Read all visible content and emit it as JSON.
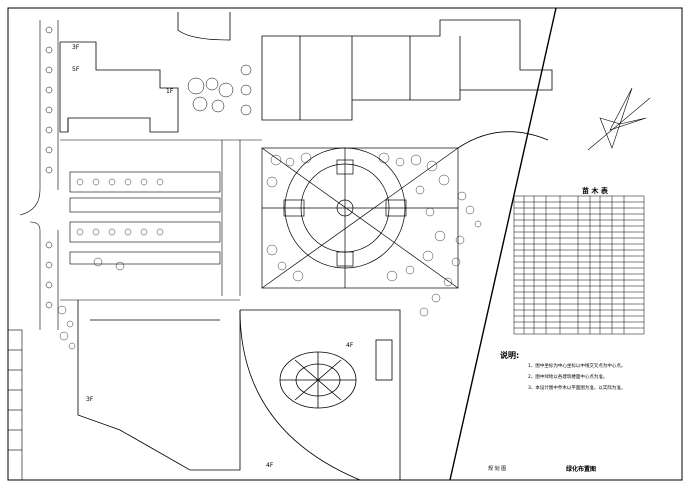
{
  "drawing": {
    "title": "绿化布置图",
    "scale_note": "规 划 图",
    "floors": {
      "a": "3F",
      "b": "5F",
      "c": "4F",
      "d": "4F",
      "e": "3F",
      "f": "1F"
    }
  },
  "plant_table": {
    "title": "苗 木 表",
    "rows": 25
  },
  "notes": {
    "heading": "说明:",
    "items": [
      "1、图中坐标为中心坐标以中线交叉点为中心点。",
      "2、图中绿地以各建筑楼面中心点为准。",
      "3、本设计图中乔木以平面图为准，以实际为准。"
    ]
  },
  "colors": {
    "line": "#000000",
    "background": "#ffffff"
  }
}
